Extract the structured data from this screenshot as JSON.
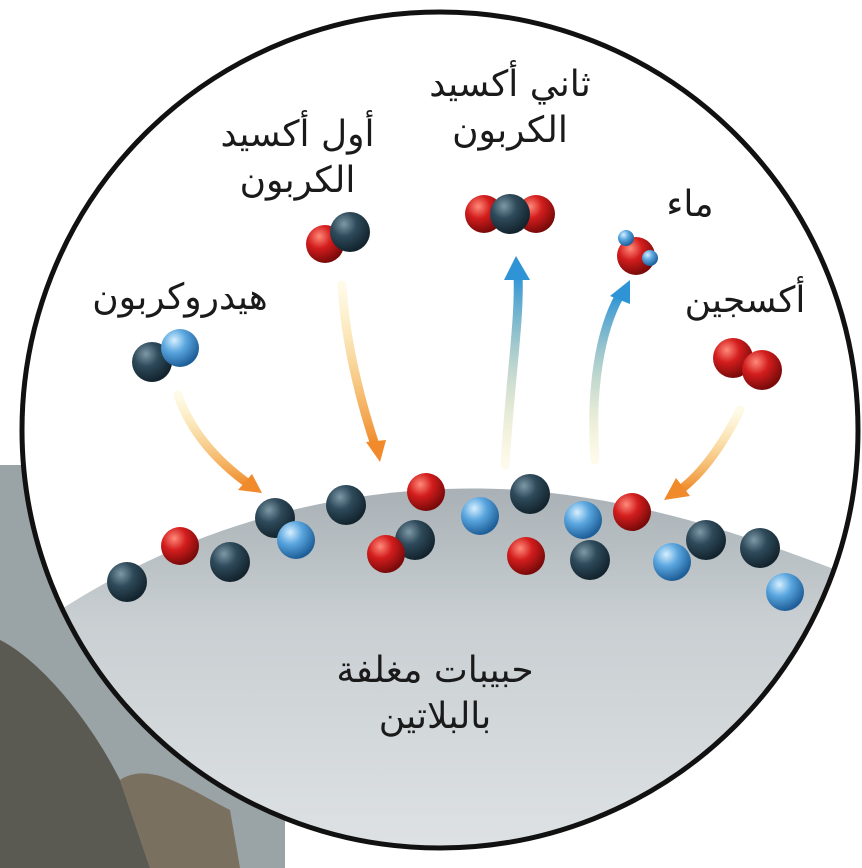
{
  "labels": {
    "hydrocarbon": "هيدروكربون",
    "carbon_monoxide": "أول أكسيد الكربون",
    "carbon_dioxide": "ثاني أكسيد الكربون",
    "water": "ماء",
    "oxygen": "أكسجين",
    "platinum_granules": "حبيبات مغلفة بالبلاتين"
  },
  "colors": {
    "carbon": "#2e4a5a",
    "oxygen": "#d31d1d",
    "hydrogen": "#5aa6df",
    "arrow_incoming": "#f0a030",
    "arrow_outgoing": "#3a9ad8",
    "surface": "#b8c0c4",
    "circle_border": "#111111"
  }
}
